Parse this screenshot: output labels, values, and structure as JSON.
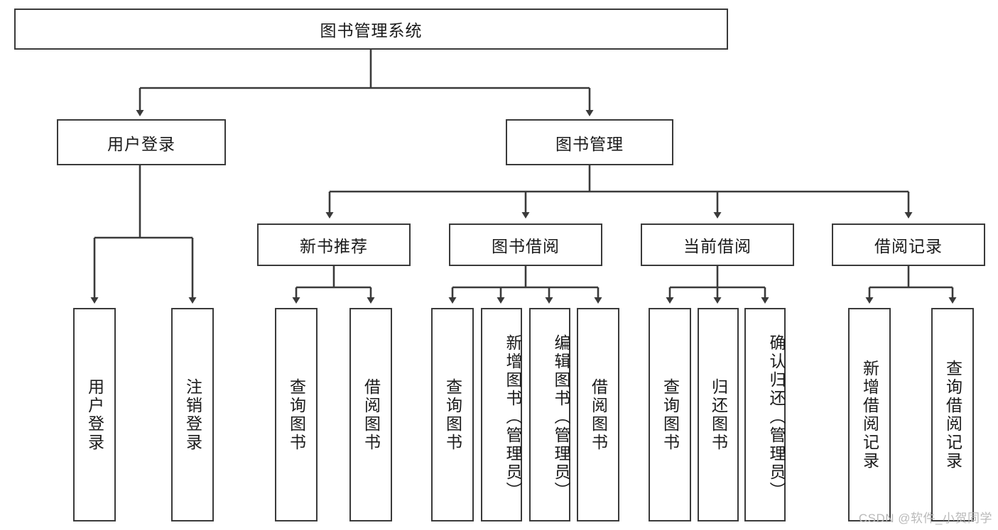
{
  "diagram": {
    "title": "图书管理系统",
    "type": "hierarchy-tree",
    "root": {
      "id": "root",
      "label": "图书管理系统",
      "orientation": "horizontal"
    },
    "level2": [
      {
        "id": "user-login",
        "label": "用户登录",
        "orientation": "horizontal"
      },
      {
        "id": "book-management",
        "label": "图书管理",
        "orientation": "horizontal"
      }
    ],
    "level3": [
      {
        "id": "new-book-recommend",
        "label": "新书推荐",
        "orientation": "horizontal",
        "parent": "book-management"
      },
      {
        "id": "book-borrow",
        "label": "图书借阅",
        "orientation": "horizontal",
        "parent": "book-management"
      },
      {
        "id": "current-borrow",
        "label": "当前借阅",
        "orientation": "horizontal",
        "parent": "book-management"
      },
      {
        "id": "borrow-record",
        "label": "借阅记录",
        "orientation": "horizontal",
        "parent": "book-management"
      }
    ],
    "leaves": [
      {
        "id": "leaf-user-login",
        "label": "用户登录",
        "parent": "user-login",
        "orientation": "vertical"
      },
      {
        "id": "leaf-user-logout",
        "label": "注销登录",
        "parent": "user-login",
        "orientation": "vertical"
      },
      {
        "id": "leaf-query-book-1",
        "label": "查询图书",
        "parent": "new-book-recommend",
        "orientation": "vertical"
      },
      {
        "id": "leaf-borrow-book-1",
        "label": "借阅图书",
        "parent": "new-book-recommend",
        "orientation": "vertical"
      },
      {
        "id": "leaf-query-book-2",
        "label": "查询图书",
        "parent": "book-borrow",
        "orientation": "vertical"
      },
      {
        "id": "leaf-add-book",
        "label": "新增图书（管理员）",
        "parent": "book-borrow",
        "orientation": "vertical"
      },
      {
        "id": "leaf-edit-book",
        "label": "编辑图书（管理员）",
        "parent": "book-borrow",
        "orientation": "vertical"
      },
      {
        "id": "leaf-borrow-book-2",
        "label": "借阅图书",
        "parent": "book-borrow",
        "orientation": "vertical"
      },
      {
        "id": "leaf-query-book-3",
        "label": "查询图书",
        "parent": "current-borrow",
        "orientation": "vertical"
      },
      {
        "id": "leaf-return-book",
        "label": "归还图书",
        "parent": "current-borrow",
        "orientation": "vertical"
      },
      {
        "id": "leaf-confirm-return",
        "label": "确认归还（管理员）",
        "parent": "current-borrow",
        "orientation": "vertical"
      },
      {
        "id": "leaf-add-record",
        "label": "新增借阅记录",
        "parent": "borrow-record",
        "orientation": "vertical"
      },
      {
        "id": "leaf-query-record",
        "label": "查询借阅记录",
        "parent": "borrow-record",
        "orientation": "vertical"
      }
    ],
    "colors": {
      "stroke": "#3a3a3a",
      "fill": "#ffffff",
      "text": "#1a1a1a",
      "watermark": "#b9b9b9"
    }
  },
  "watermark": {
    "text": "CSDN @软件_小贺同学"
  }
}
